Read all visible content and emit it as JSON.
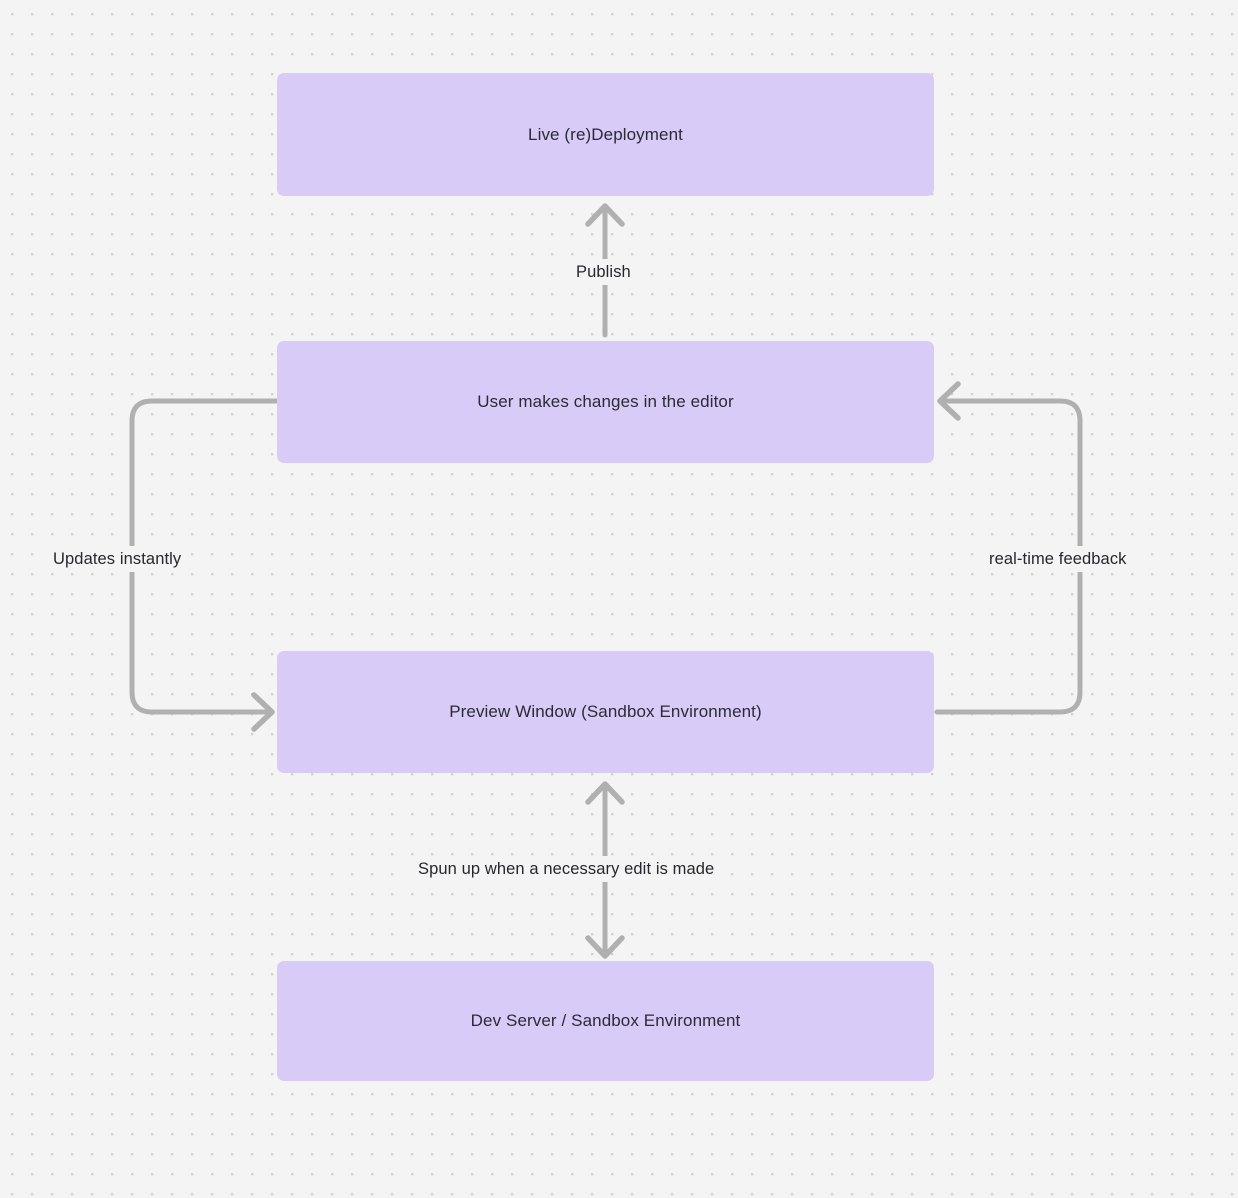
{
  "diagram": {
    "type": "flowchart",
    "background_color": "#f4f4f4",
    "dot_grid_color": "#d2d2d2",
    "node_fill_color": "#d8cbf8",
    "node_text_color": "#2b2b33",
    "edge_color": "#b0b0b0",
    "edge_label_color": "#27272d",
    "nodes": [
      {
        "id": "live",
        "label": "Live (re)Deployment"
      },
      {
        "id": "user",
        "label": "User makes changes in the editor"
      },
      {
        "id": "preview",
        "label": "Preview Window (Sandbox Environment)"
      },
      {
        "id": "devserver",
        "label": "Dev Server / Sandbox Environment"
      }
    ],
    "edges": [
      {
        "id": "publish",
        "from": "user",
        "to": "live",
        "label": "Publish",
        "direction": "up"
      },
      {
        "id": "updates",
        "from": "user",
        "to": "preview",
        "label": "Updates instantly",
        "direction": "left-loop-down"
      },
      {
        "id": "realtime",
        "from": "preview",
        "to": "user",
        "label": "real-time feedback",
        "direction": "right-loop-up"
      },
      {
        "id": "spunup",
        "from": "preview",
        "to": "devserver",
        "label": "Spun up when a necessary edit is made",
        "direction": "bidirectional-vertical"
      }
    ]
  }
}
